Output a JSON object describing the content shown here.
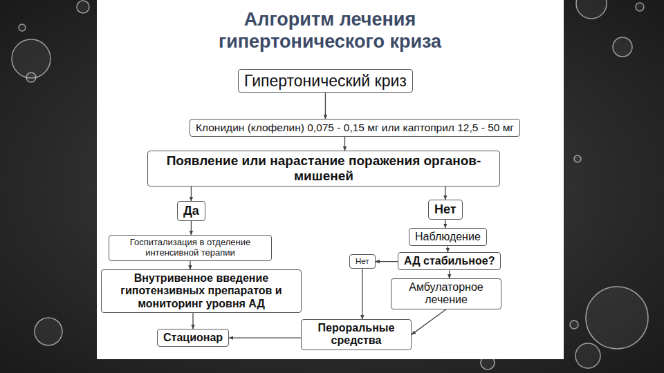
{
  "diagram": {
    "title": "Алгоритм лечения гипертонического криза",
    "nodes": [
      {
        "text": [
          "Гипертонический криз"
        ]
      },
      {
        "text": [
          "Клонидин (клофелин) 0,075 - 0,15 мг или каптоприл 12,5 - 50 мг"
        ]
      },
      {
        "text": [
          "Появление или нарастание поражения органов-мишеней"
        ]
      },
      {
        "text": [
          "Да"
        ]
      },
      {
        "text": [
          "Нет"
        ]
      },
      {
        "text": [
          "Госпитализация в отделение интенсивной терапии"
        ]
      },
      {
        "text": [
          "Наблюдение"
        ]
      },
      {
        "text": [
          "Нет"
        ]
      },
      {
        "text": [
          "АД стабильное?"
        ]
      },
      {
        "text": [
          "Внутривенное введение гипотензивных препаратов и мониторинг уровня АД"
        ]
      },
      {
        "text": [
          "Амбулаторное лечение"
        ]
      },
      {
        "text": [
          "Стационар"
        ]
      },
      {
        "text": [
          "Пероральные средства"
        ]
      }
    ],
    "edges": [
      {
        "from": 0,
        "to": 1,
        "arrow": "to"
      },
      {
        "from": 1,
        "to": 2,
        "arrow": "to"
      },
      {
        "from": 2,
        "to": 3,
        "arrow": "to"
      },
      {
        "from": 2,
        "to": 4,
        "arrow": "to"
      },
      {
        "from": 3,
        "to": 5,
        "arrow": "to"
      },
      {
        "from": 4,
        "to": 6,
        "arrow": "to"
      },
      {
        "from": 6,
        "to": 8,
        "arrow": "to"
      },
      {
        "from": 8,
        "to": 7,
        "arrow": "to"
      },
      {
        "from": 8,
        "to": 10,
        "arrow": "to"
      },
      {
        "from": 5,
        "to": 9,
        "arrow": "to"
      },
      {
        "from": 9,
        "to": 11,
        "arrow": "to"
      },
      {
        "from": 7,
        "to": 12,
        "arrow": "to"
      },
      {
        "from": 10,
        "to": 12,
        "arrow": "to"
      },
      {
        "from": 12,
        "to": 11,
        "arrow": "to"
      }
    ]
  }
}
